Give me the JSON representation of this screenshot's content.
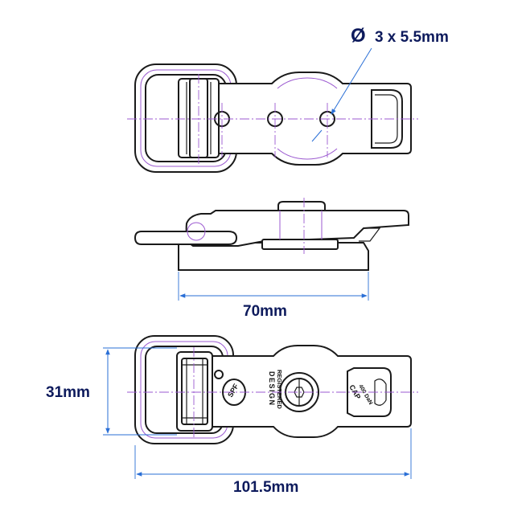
{
  "dimensions": {
    "hole": "3 x 5.5mm",
    "hole_symbol": "Ø",
    "length": "70mm",
    "height": "31mm",
    "overall_length": "101.5mm"
  },
  "embossing": {
    "design_1": "DESIGN",
    "design_2": "REGISTERED",
    "cap_1": "CAP",
    "cap_2": "400 DaN",
    "logo": "SPF"
  },
  "colors": {
    "outline": "#1a1a1a",
    "hidden_line": "#9b59d0",
    "dimension_line": "#2a6fd6",
    "dimension_text": "#0d1a5c"
  }
}
